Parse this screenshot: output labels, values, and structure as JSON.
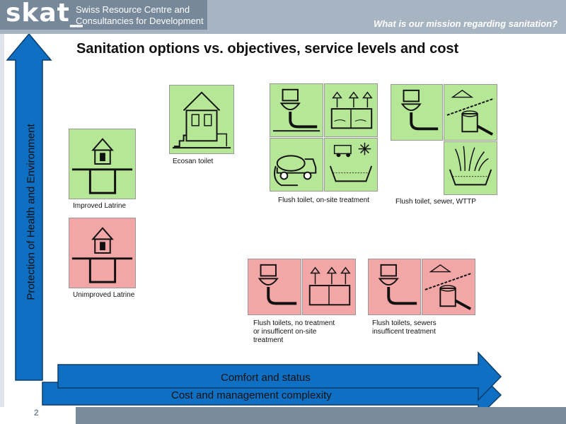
{
  "header": {
    "logo_text": "skat_",
    "logo_sub_line1": "Swiss Resource Centre and",
    "logo_sub_line2": "Consultancies for Development",
    "question": "What is our mission regarding sanitation?"
  },
  "title": "Sanitation options vs. objectives, service levels and cost",
  "axes": {
    "vertical": "Protection of Health and Environment",
    "horizontal_top": "Comfort and status",
    "horizontal_bottom": "Cost and management  complexity"
  },
  "options": {
    "improved_latrine": "Improved  Latrine",
    "unimproved_latrine": "Unimproved  Latrine",
    "ecosan_toilet": "Ecosan toilet",
    "flush_onsite": "Flush toilet, on-site treatment",
    "flush_sewer_wttp": "Flush toilet, sewer,  WTTP",
    "flush_no_treatment_l1": "Flush toilets, no treatment",
    "flush_no_treatment_l2": "or insufficent  on-site",
    "flush_no_treatment_l3": "treatment",
    "flush_sewers_insufficient_l1": "Flush toilets, sewers",
    "flush_sewers_insufficient_l2": "insufficent treatment"
  },
  "footer": {
    "page_number": "2"
  },
  "colors": {
    "green_tile": "#b5e797",
    "red_tile": "#f2a6a6",
    "arrow_blue": "#0f6fc2",
    "header_bar": "#a7b5c3",
    "logo_box": "#76889a"
  },
  "icons": [
    "house-pit-latrine-icon",
    "ecosan-house-icon",
    "toilet-pipe-icon",
    "septic-tank-icon",
    "vacuum-truck-icon",
    "treatment-bed-icon",
    "sewer-manhole-icon",
    "reed-bed-icon"
  ]
}
